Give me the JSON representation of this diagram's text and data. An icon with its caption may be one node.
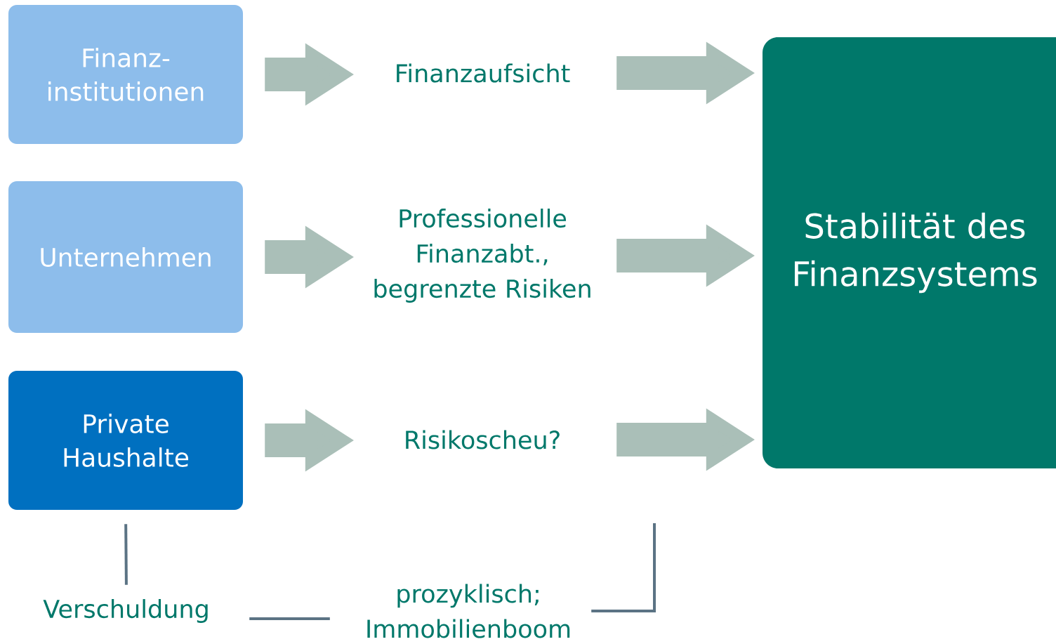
{
  "diagram": {
    "nodes": [
      {
        "text": [
          "Finanz- institutionen"
        ]
      },
      {
        "text": [
          "Unternehmen"
        ]
      },
      {
        "text": [
          "Private Haushalte"
        ]
      },
      {
        "text": [
          "Finanzaufsicht"
        ]
      },
      {
        "text": [
          "Professionelle Finanzabt., begrenzte Risiken"
        ]
      },
      {
        "text": [
          "Risikoscheu?"
        ]
      },
      {
        "text": [
          "Stabilität des Finanzsystems"
        ]
      },
      {
        "text": [
          "Verschuldung"
        ]
      },
      {
        "text": [
          "prozyklisch; Immobilienboom"
        ]
      }
    ],
    "edges": [
      {
        "from": 0,
        "to": 3,
        "arrow": "to"
      },
      {
        "from": 3,
        "to": 6,
        "arrow": "to"
      },
      {
        "from": 1,
        "to": 4,
        "arrow": "to"
      },
      {
        "from": 4,
        "to": 6,
        "arrow": "to"
      },
      {
        "from": 2,
        "to": 5,
        "arrow": "to"
      },
      {
        "from": 5,
        "to": 6,
        "arrow": "to"
      },
      {
        "from": 2,
        "to": 7,
        "arrow": "none",
        "color": "#5b7384"
      },
      {
        "from": 7,
        "to": 8,
        "arrow": "none",
        "color": "#5b7384"
      },
      {
        "from": 8,
        "to": null,
        "arrow": "none",
        "color": "#5b7384"
      }
    ]
  }
}
